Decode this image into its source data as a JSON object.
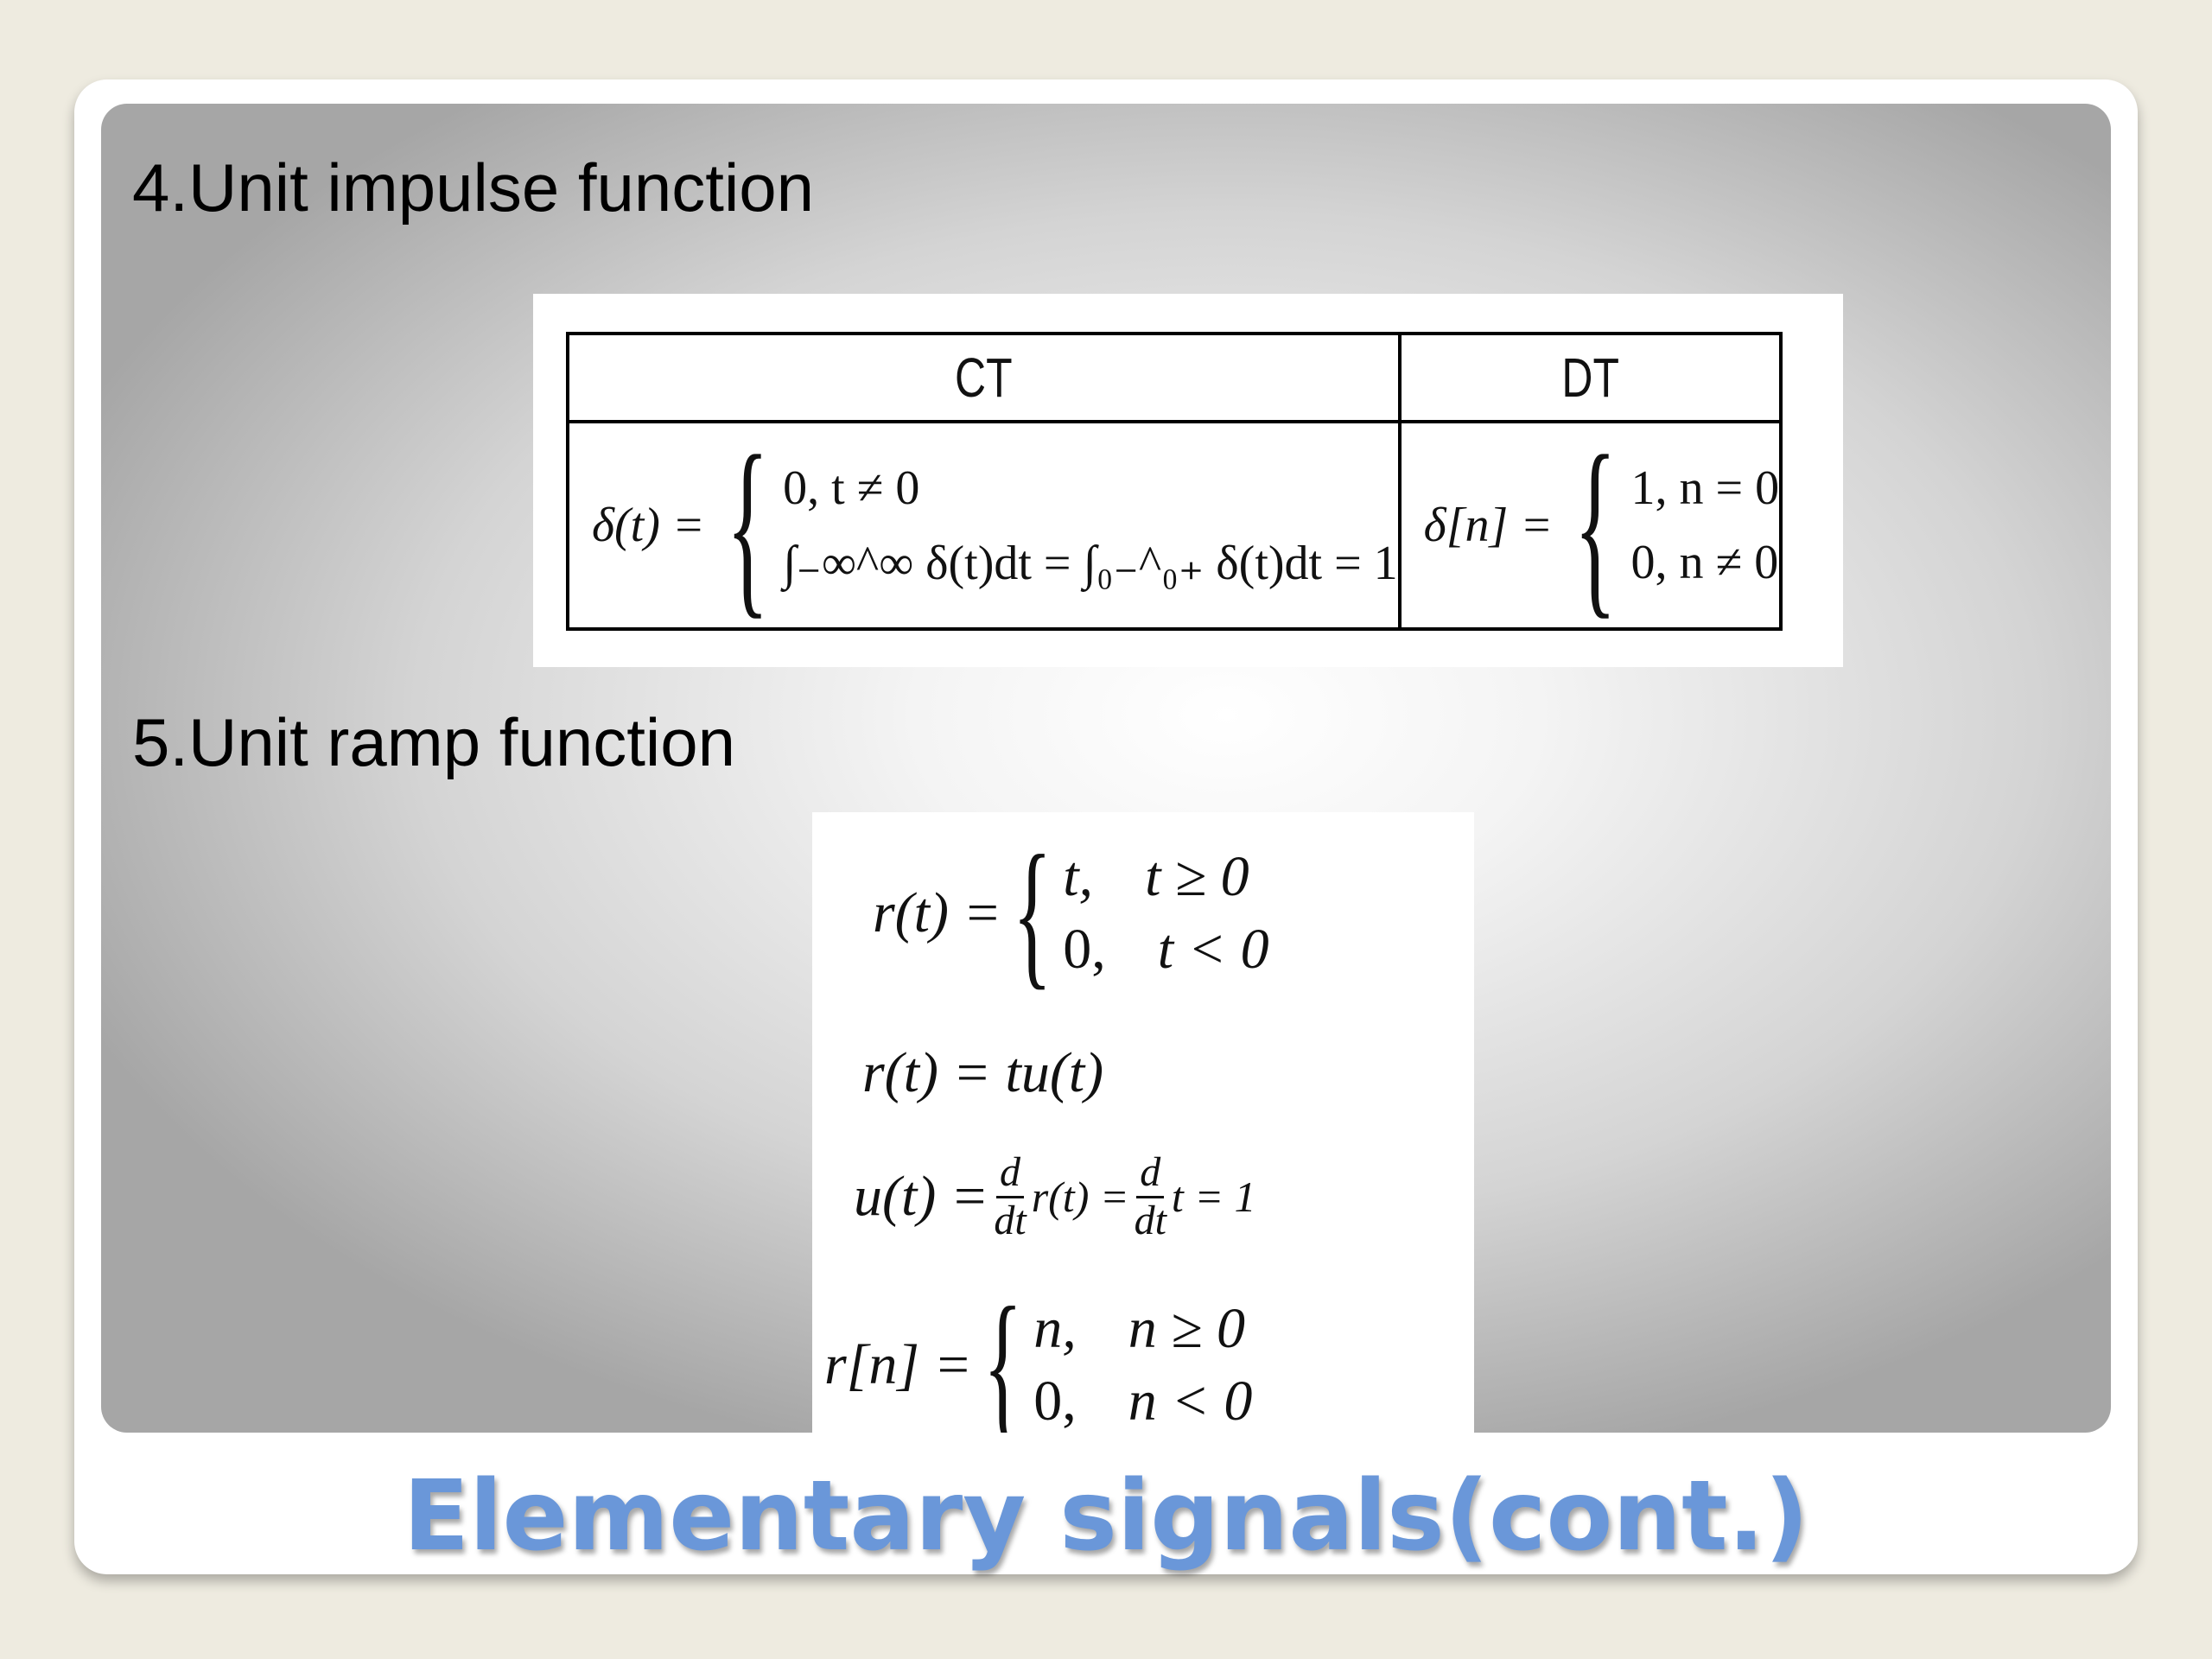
{
  "slide": {
    "title": "Elementary signals(cont.)",
    "heading_impulse": "4.Unit impulse function",
    "heading_ramp": "5.Unit ramp function"
  },
  "impulse_table": {
    "headers": [
      "CT",
      "DT"
    ],
    "ct": {
      "lhs": "δ(t) =",
      "case1": "0, t ≠ 0",
      "case2": "∫₋∞^∞ δ(t)dt = ∫₀₋^₀₊ δ(t)dt = 1"
    },
    "dt": {
      "lhs": "δ[n] =",
      "case1": "1,   n = 0",
      "case2": "0,   n ≠ 0"
    }
  },
  "ramp_equations": {
    "rt_lhs": "r(t) =",
    "rt_case1_value": "t,",
    "rt_case1_cond": "t ≥ 0",
    "rt_case2_value": "0,",
    "rt_case2_cond": "t < 0",
    "rt_product": "r(t) = tu(t)",
    "ut_lhs": "u(t) =",
    "ut_frac_num": "d",
    "ut_frac_den": "dt",
    "ut_mid": "r(t) =",
    "ut_end": "t = 1",
    "rn_lhs": "r[n] =",
    "rn_case1_value": "n,",
    "rn_case1_cond": "n ≥ 0",
    "rn_case2_value": "0,",
    "rn_case2_cond": "n < 0"
  }
}
